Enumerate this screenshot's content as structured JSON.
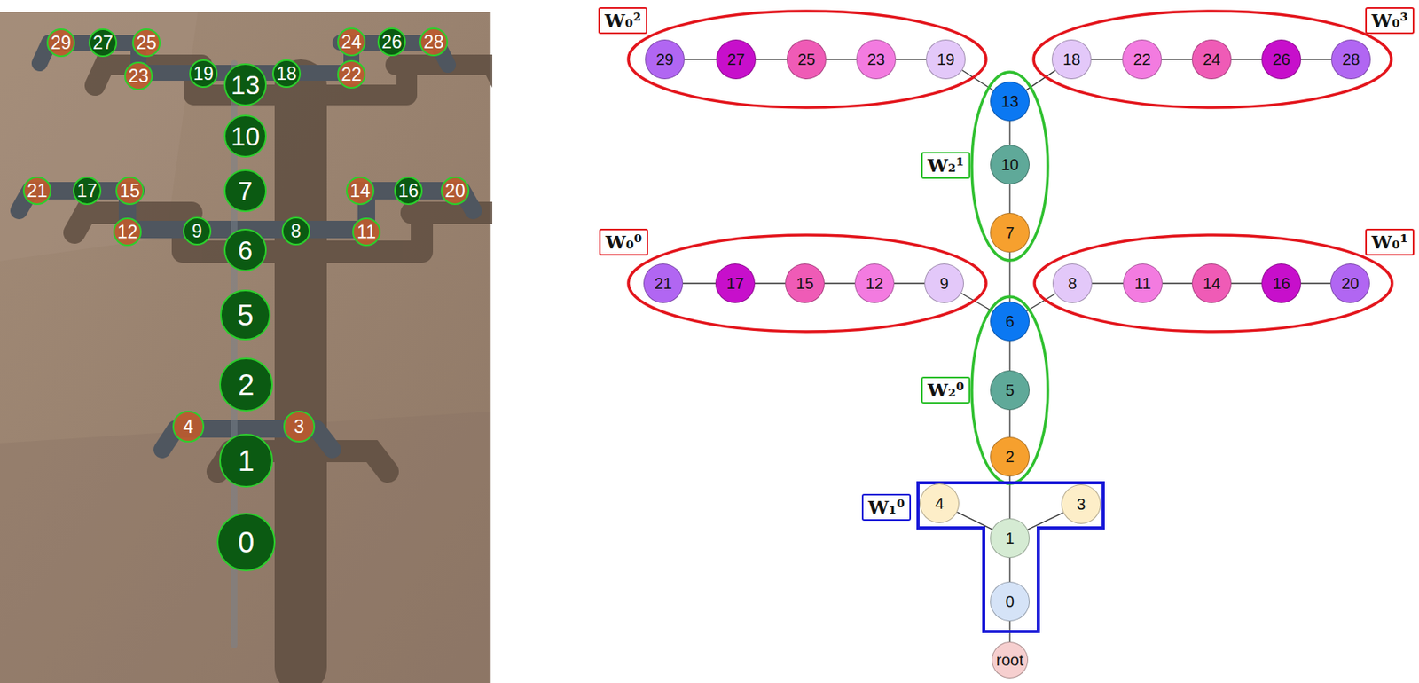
{
  "diagram": {
    "nodes": [
      {
        "text": [
          "W₀²"
        ]
      },
      {
        "text": [
          "29"
        ],
        "in": 0
      },
      {
        "text": [
          "27"
        ],
        "in": 0
      },
      {
        "text": [
          "25"
        ],
        "in": 0
      },
      {
        "text": [
          "23"
        ],
        "in": 0
      },
      {
        "text": [
          "19"
        ],
        "in": 0
      },
      {
        "text": [
          "W₀³"
        ]
      },
      {
        "text": [
          "18"
        ],
        "in": 6
      },
      {
        "text": [
          "22"
        ],
        "in": 6
      },
      {
        "text": [
          "24"
        ],
        "in": 6
      },
      {
        "text": [
          "26"
        ],
        "in": 6
      },
      {
        "text": [
          "28"
        ],
        "in": 6
      },
      {
        "text": [
          "W₂¹"
        ]
      },
      {
        "text": [
          "13"
        ],
        "in": 12
      },
      {
        "text": [
          "10"
        ],
        "in": 12
      },
      {
        "text": [
          "7"
        ],
        "in": 12
      },
      {
        "text": [
          "W₀⁰"
        ]
      },
      {
        "text": [
          "21"
        ],
        "in": 16
      },
      {
        "text": [
          "17"
        ],
        "in": 16
      },
      {
        "text": [
          "15"
        ],
        "in": 16
      },
      {
        "text": [
          "12"
        ],
        "in": 16
      },
      {
        "text": [
          "9"
        ],
        "in": 16
      },
      {
        "text": [
          "W₀¹"
        ]
      },
      {
        "text": [
          "8"
        ],
        "in": 22
      },
      {
        "text": [
          "11"
        ],
        "in": 22
      },
      {
        "text": [
          "14"
        ],
        "in": 22
      },
      {
        "text": [
          "16"
        ],
        "in": 22
      },
      {
        "text": [
          "20"
        ],
        "in": 22
      },
      {
        "text": [
          "W₂⁰"
        ]
      },
      {
        "text": [
          "6"
        ],
        "in": 28
      },
      {
        "text": [
          "5"
        ],
        "in": 28
      },
      {
        "text": [
          "2"
        ],
        "in": 28
      },
      {
        "text": [
          "W₁⁰"
        ]
      },
      {
        "text": [
          "4"
        ],
        "in": 32
      },
      {
        "text": [
          "3"
        ],
        "in": 32
      },
      {
        "text": [
          "1"
        ],
        "in": 32
      },
      {
        "text": [
          "0"
        ],
        "in": 32
      },
      {
        "text": [
          "root"
        ]
      }
    ],
    "edges": [
      {
        "from": 37,
        "to": 36,
        "arrow": "none"
      },
      {
        "from": 36,
        "to": 35,
        "arrow": "none"
      },
      {
        "from": 35,
        "to": 33,
        "arrow": "none"
      },
      {
        "from": 35,
        "to": 34,
        "arrow": "none"
      },
      {
        "from": 35,
        "to": 31,
        "arrow": "none"
      },
      {
        "from": 31,
        "to": 30,
        "arrow": "none"
      },
      {
        "from": 30,
        "to": 29,
        "arrow": "none"
      },
      {
        "from": 29,
        "to": 21,
        "arrow": "none"
      },
      {
        "from": 21,
        "to": 20,
        "arrow": "none"
      },
      {
        "from": 20,
        "to": 19,
        "arrow": "none"
      },
      {
        "from": 19,
        "to": 18,
        "arrow": "none"
      },
      {
        "from": 18,
        "to": 17,
        "arrow": "none"
      },
      {
        "from": 29,
        "to": 23,
        "arrow": "none"
      },
      {
        "from": 23,
        "to": 24,
        "arrow": "none"
      },
      {
        "from": 24,
        "to": 25,
        "arrow": "none"
      },
      {
        "from": 25,
        "to": 26,
        "arrow": "none"
      },
      {
        "from": 26,
        "to": 27,
        "arrow": "none"
      },
      {
        "from": 29,
        "to": 15,
        "arrow": "none"
      },
      {
        "from": 15,
        "to": 14,
        "arrow": "none"
      },
      {
        "from": 14,
        "to": 13,
        "arrow": "none"
      },
      {
        "from": 13,
        "to": 5,
        "arrow": "none"
      },
      {
        "from": 5,
        "to": 4,
        "arrow": "none"
      },
      {
        "from": 4,
        "to": 3,
        "arrow": "none"
      },
      {
        "from": 3,
        "to": 2,
        "arrow": "none"
      },
      {
        "from": 2,
        "to": 1,
        "arrow": "none"
      },
      {
        "from": 13,
        "to": 7,
        "arrow": "none"
      },
      {
        "from": 7,
        "to": 8,
        "arrow": "none"
      },
      {
        "from": 8,
        "to": 9,
        "arrow": "none"
      },
      {
        "from": 9,
        "to": 10,
        "arrow": "none"
      },
      {
        "from": 10,
        "to": 11,
        "arrow": "none"
      }
    ],
    "labels": [
      "29",
      "27",
      "25",
      "24",
      "26",
      "28",
      "23",
      "19",
      "13",
      "18",
      "22",
      "10",
      "21",
      "17",
      "15",
      "7",
      "14",
      "16",
      "20",
      "12",
      "9",
      "6",
      "8",
      "11",
      "5",
      "2",
      "4",
      "3",
      "1",
      "0"
    ]
  }
}
